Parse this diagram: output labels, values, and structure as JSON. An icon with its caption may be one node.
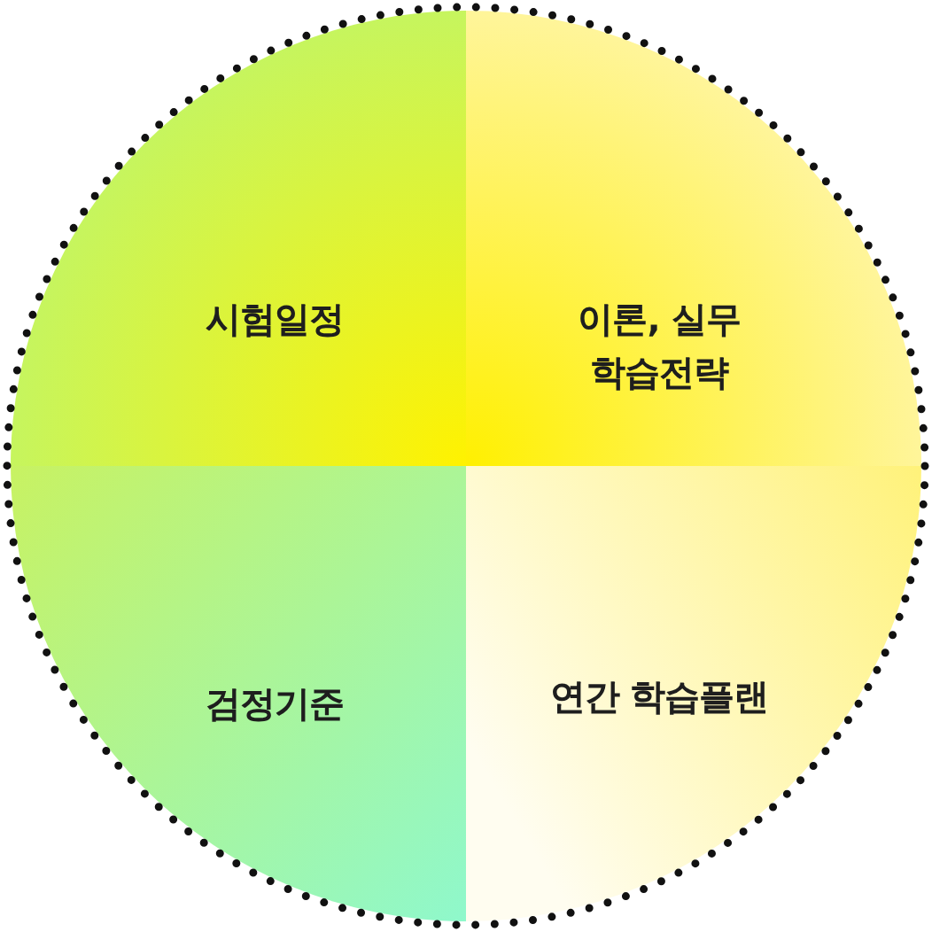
{
  "diagram": {
    "nodes": [
      {
        "text": [
          "시험일정"
        ]
      },
      {
        "text": [
          "이론, 실무 학습전략"
        ]
      },
      {
        "text": [
          "검정기준"
        ]
      },
      {
        "text": [
          "연간 학습플랜"
        ]
      }
    ]
  }
}
